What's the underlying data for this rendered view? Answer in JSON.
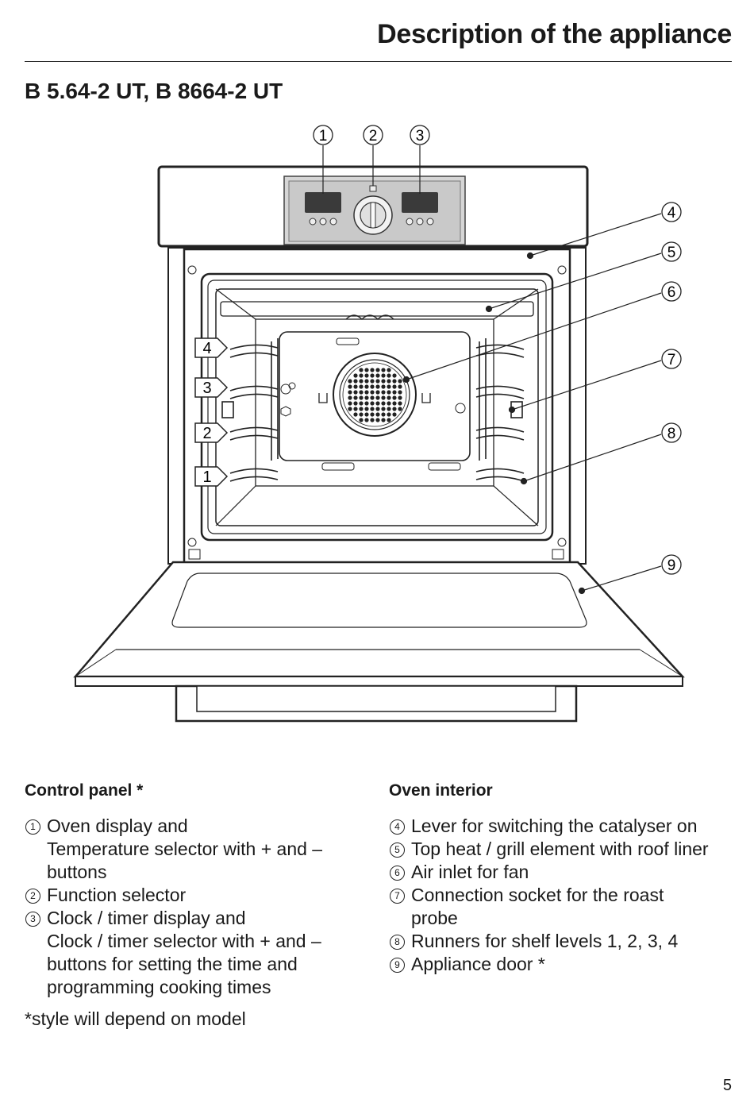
{
  "header": {
    "title": "Description of the appliance"
  },
  "model": {
    "title": "B 5.64-2 UT, B 8664-2 UT"
  },
  "diagram": {
    "callouts": [
      "1",
      "2",
      "3",
      "4",
      "5",
      "6",
      "7",
      "8",
      "9"
    ],
    "shelf_levels": [
      "4",
      "3",
      "2",
      "1"
    ]
  },
  "control_panel": {
    "heading": "Control panel *",
    "items": [
      {
        "num": "1",
        "text": "Oven display and",
        "lines": [
          "Temperature selector with + and –",
          "buttons"
        ]
      },
      {
        "num": "2",
        "text": "Function selector",
        "lines": []
      },
      {
        "num": "3",
        "text": "Clock / timer display and",
        "lines": [
          "Clock / timer selector with + and –",
          "buttons for setting the time and",
          "programming cooking times"
        ]
      }
    ]
  },
  "oven_interior": {
    "heading": "Oven interior",
    "items": [
      {
        "num": "4",
        "text": "Lever for switching the catalyser on",
        "lines": []
      },
      {
        "num": "5",
        "text": "Top heat / grill element with roof liner",
        "lines": []
      },
      {
        "num": "6",
        "text": "Air inlet for fan",
        "lines": []
      },
      {
        "num": "7",
        "text": "Connection socket for the roast",
        "lines": [
          "probe"
        ]
      },
      {
        "num": "8",
        "text": "Runners for shelf levels 1, 2, 3, 4",
        "lines": []
      },
      {
        "num": "9",
        "text": "Appliance door *",
        "lines": []
      }
    ]
  },
  "footnote": "*style will depend on model",
  "page_number": "5"
}
